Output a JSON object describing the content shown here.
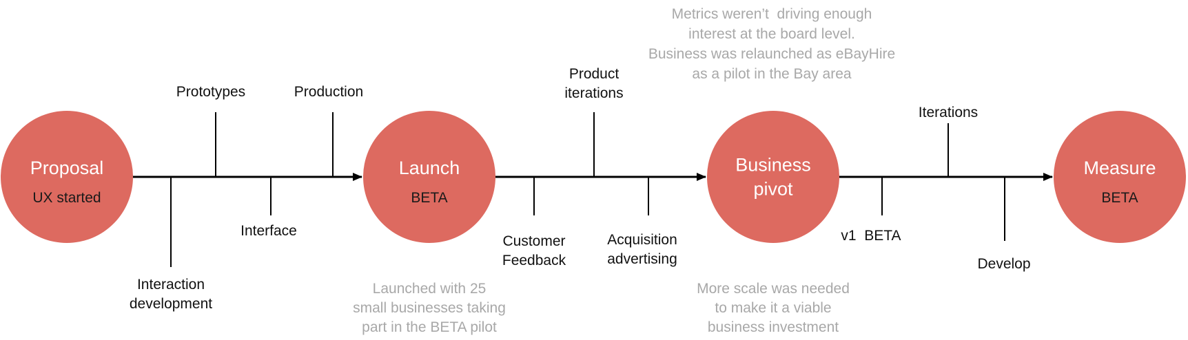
{
  "colors": {
    "milestone_fill": "#dd6a60",
    "line": "#000000",
    "label_text": "#111111",
    "note_text": "#a8a8a8",
    "milestone_title_text": "#ffffff",
    "milestone_sub_text": "#1a1a1a"
  },
  "milestones": [
    {
      "id": "proposal",
      "title_lines": [
        "Proposal"
      ],
      "subtitle": "UX started"
    },
    {
      "id": "launch",
      "title_lines": [
        "Launch"
      ],
      "subtitle": "BETA"
    },
    {
      "id": "business-pivot",
      "title_lines": [
        "Business",
        "pivot"
      ],
      "subtitle": ""
    },
    {
      "id": "measure",
      "title_lines": [
        "Measure"
      ],
      "subtitle": "BETA"
    }
  ],
  "segments": [
    {
      "branches": [
        {
          "id": "interaction-development",
          "side": "below",
          "label_lines": [
            "Interaction",
            "development"
          ]
        },
        {
          "id": "prototypes",
          "side": "above",
          "label_lines": [
            "Prototypes"
          ]
        },
        {
          "id": "interface",
          "side": "below",
          "label_lines": [
            "Interface"
          ]
        },
        {
          "id": "production",
          "side": "above",
          "label_lines": [
            "Production"
          ]
        }
      ]
    },
    {
      "branches": [
        {
          "id": "customer-feedback",
          "side": "below",
          "label_lines": [
            "Customer",
            "Feedback"
          ]
        },
        {
          "id": "product-iterations",
          "side": "above",
          "label_lines": [
            "Product",
            "iterations"
          ]
        },
        {
          "id": "acquisition-advertising",
          "side": "below",
          "label_lines": [
            "Acquisition",
            "advertising"
          ]
        }
      ]
    },
    {
      "branches": [
        {
          "id": "v1-beta",
          "side": "below",
          "label_lines": [
            "v1  BETA"
          ]
        },
        {
          "id": "iterations",
          "side": "above",
          "label_lines": [
            "Iterations"
          ]
        },
        {
          "id": "develop",
          "side": "below",
          "label_lines": [
            "Develop"
          ]
        }
      ]
    }
  ],
  "notes": [
    {
      "id": "note-metrics",
      "lines": [
        "Metrics weren’t  driving enough",
        "interest at the board level.",
        "Business was relaunched as eBayHire",
        "as a pilot in the Bay area"
      ]
    },
    {
      "id": "note-launched",
      "lines": [
        "Launched with 25",
        "small businesses taking",
        "part in the BETA pilot"
      ]
    },
    {
      "id": "note-scale",
      "lines": [
        "More scale was needed",
        "to make it a viable",
        "business investment"
      ]
    }
  ]
}
